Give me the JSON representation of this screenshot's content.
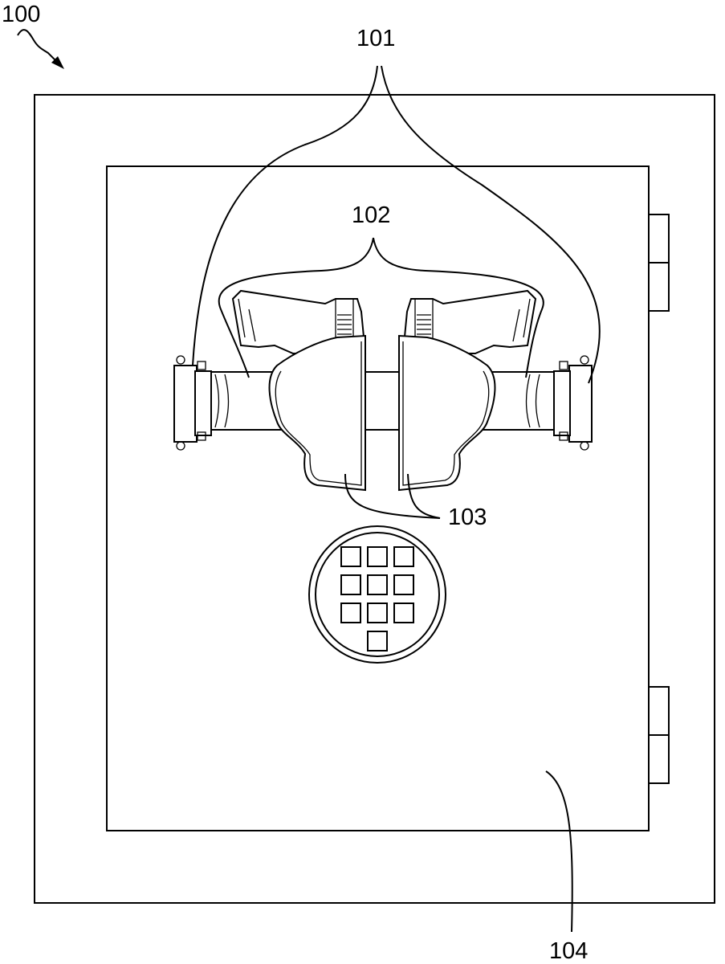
{
  "figure": {
    "labels": {
      "device": "100",
      "strap_brackets": "101",
      "firearms": "102",
      "holsters": "103",
      "safe_door": "104"
    },
    "keypad_button_count": 10
  }
}
